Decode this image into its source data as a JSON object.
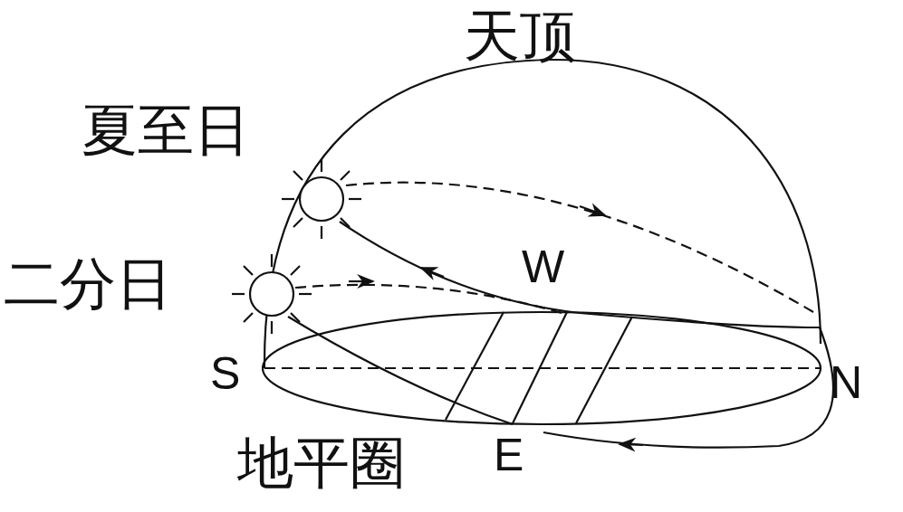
{
  "diagram": {
    "labels": [
      "天顶",
      "夏至日",
      "二分日",
      "W",
      "S",
      "N",
      "地平圈",
      "E"
    ]
  }
}
